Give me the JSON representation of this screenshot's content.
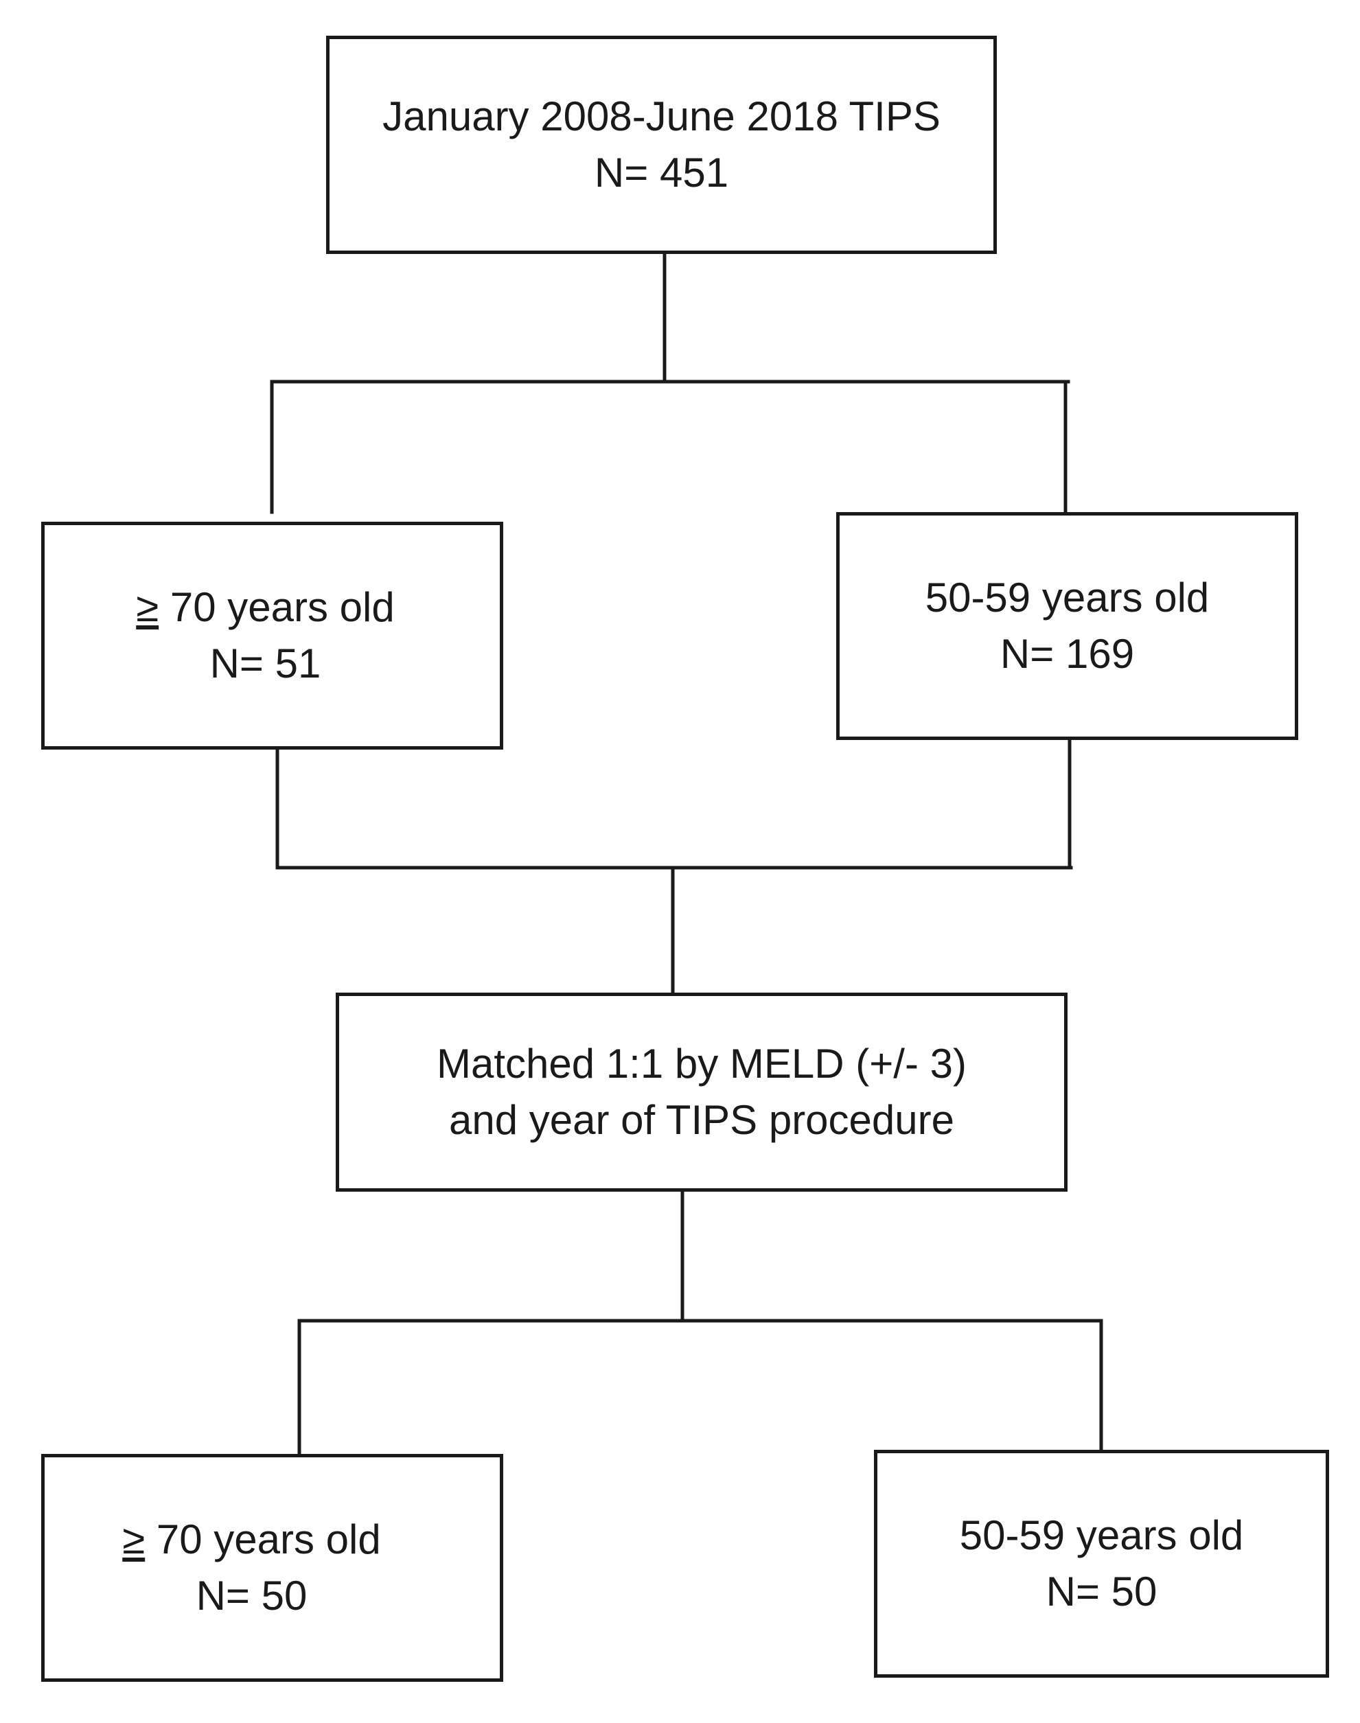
{
  "total": {
    "line1": "January 2008-June 2018 TIPS",
    "line2": "N= 451"
  },
  "older": {
    "symbol": "≥",
    "line1_rest": " 70 years old",
    "line2": "N= 51"
  },
  "middle": {
    "line1": "50-59 years old",
    "line2": "N= 169"
  },
  "matching": {
    "line1": "Matched 1:1 by MELD (+/- 3)",
    "line2": "and year of TIPS procedure"
  },
  "older_matched": {
    "symbol": "≥",
    "line1_rest": " 70 years old",
    "line2": "N= 50"
  },
  "middle_matched": {
    "line1": "50-59 years old",
    "line2": "N= 50"
  },
  "style": {
    "line_color": "#1a1a1a",
    "background": "#ffffff"
  }
}
